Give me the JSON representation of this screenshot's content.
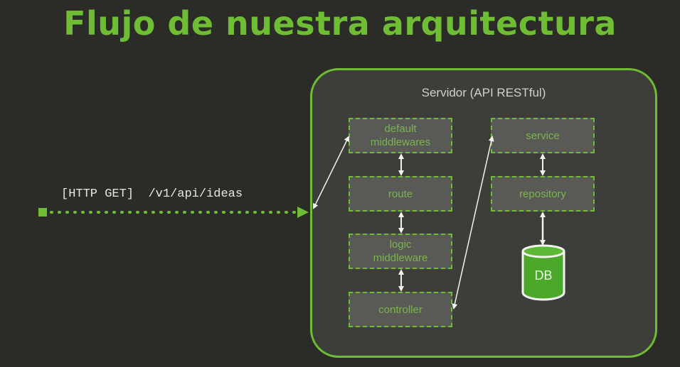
{
  "title": "Flujo de nuestra arquitectura",
  "server_label": "Servidor (API RESTful)",
  "request": {
    "method": "[HTTP GET]",
    "path": "/v1/api/ideas"
  },
  "left_column": {
    "default_middlewares": [
      "default",
      "middlewares"
    ],
    "route": "route",
    "logic_middleware": [
      "logic",
      "middleware"
    ],
    "controller": "controller"
  },
  "right_column": {
    "service": "service",
    "repository": "repository",
    "db": "DB"
  },
  "colors": {
    "background": "#2b2b27",
    "accent_green": "#6fbd35",
    "server_fill": "#3d3d39",
    "box_fill": "#595955",
    "box_text": "#7ab64c",
    "db_fill": "#4ca82a"
  }
}
